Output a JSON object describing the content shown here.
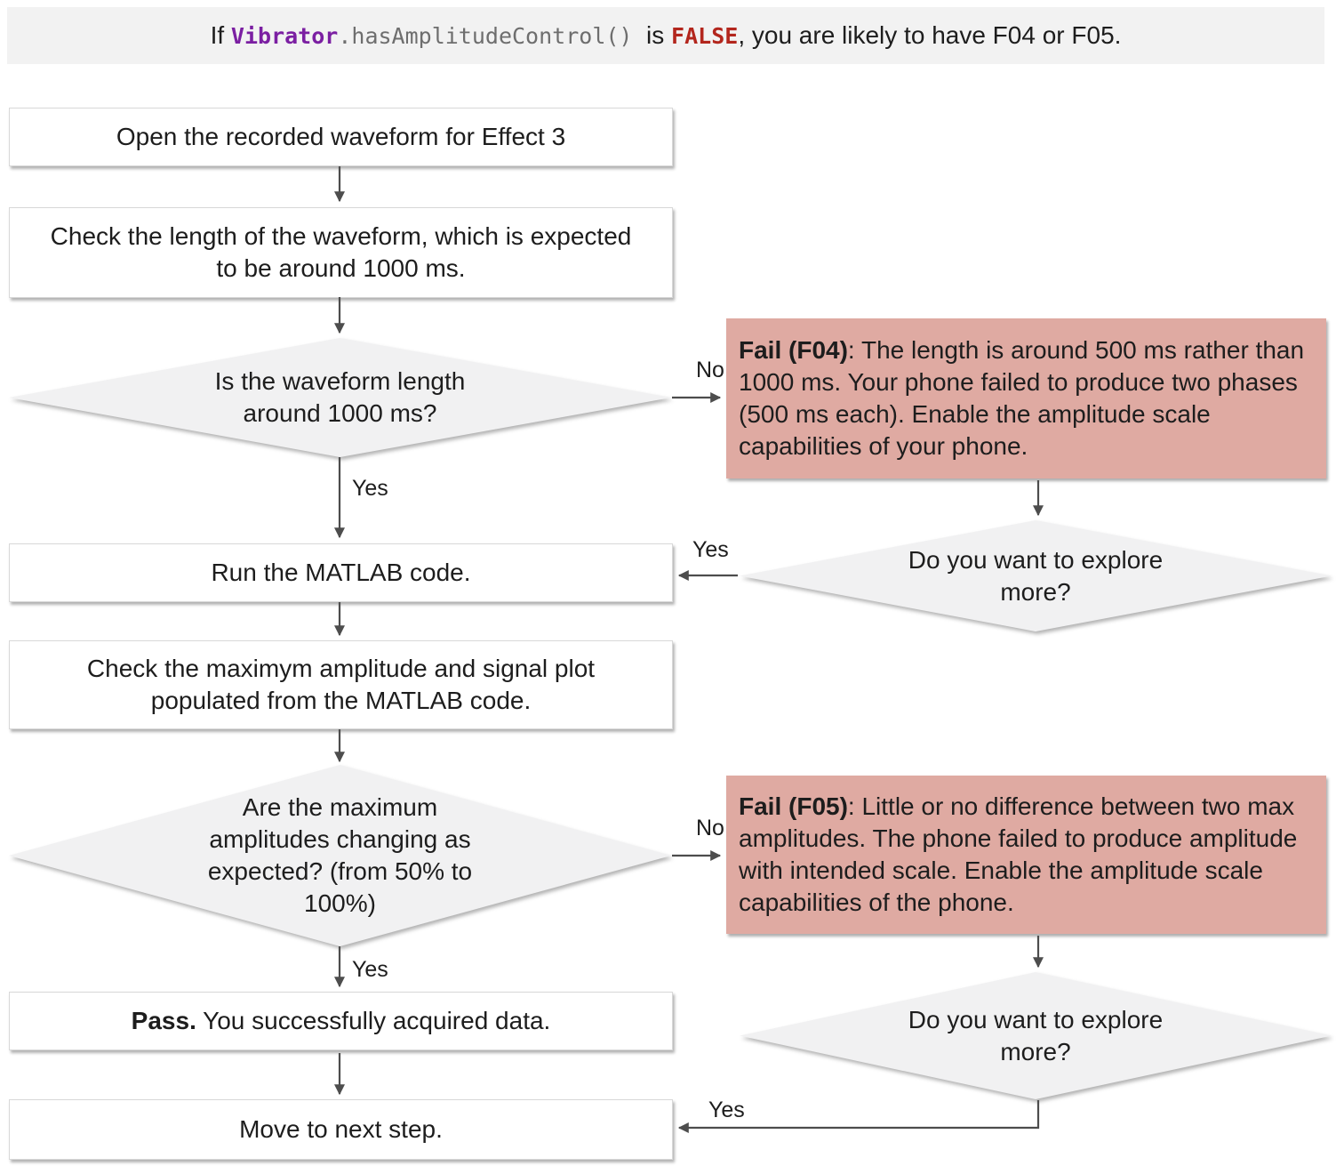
{
  "header": {
    "segments": [
      {
        "text": "If "
      },
      {
        "text": "Vibrator"
      },
      {
        "text": ".hasAmplitudeControl()"
      },
      {
        "text": "  is "
      },
      {
        "text": "FALSE"
      },
      {
        "text": ", you are likely to have F04 or F05."
      }
    ]
  },
  "nodes": {
    "open": "Open the recorded waveform for Effect 3",
    "check_length": "Check the length of the waveform, which is expected to be around 1000 ms.",
    "run_matlab": "Run the MATLAB code.",
    "check_amplitude": "Check the maximym amplitude and signal plot populated from the MATLAB code.",
    "pass_bold": "Pass.",
    "pass_rest": " You successfully acquired data.",
    "move_next": "Move to next step."
  },
  "decisions": {
    "length": "Is the waveform length around 1000 ms?",
    "amplitude": "Are the maximum amplitudes changing as expected? (from 50% to 100%)",
    "explore_more": "Do you want to explore more?"
  },
  "failures": {
    "f04": {
      "label": "Fail (F04)",
      "text": ": The length is around 500 ms rather than 1000 ms. Your phone failed to produce two phases (500 ms each). Enable the amplitude scale capabilities of your phone."
    },
    "f05": {
      "label": "Fail (F05)",
      "text": ": Little or no difference between two max amplitudes. The phone failed to produce amplitude with intended scale. Enable the amplitude scale capabilities of the phone."
    }
  },
  "edge_labels": {
    "yes": "Yes",
    "no": "No"
  },
  "colors": {
    "fail_fill": "#dfaaa2",
    "decision_fill": "#f1f1f2",
    "header_fill": "#f2f2f2",
    "code_class_purple": "#7b1fa2",
    "code_false_red": "#b3261d",
    "code_method_gray": "#6e6e6e",
    "arrow_gray": "#4d4d4d",
    "text": "#1d1d1d"
  }
}
